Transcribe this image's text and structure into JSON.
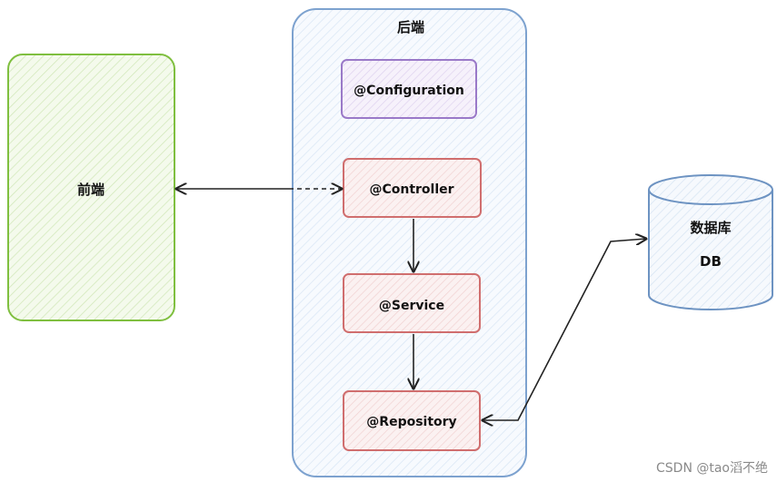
{
  "diagram": {
    "frontend": {
      "label": "前端",
      "color": "#7fbf3f",
      "fill": "#eaf6dc"
    },
    "backend": {
      "label": "后端",
      "color": "#7da2cf",
      "fill": "#eaf2fb",
      "components": [
        {
          "id": "configuration",
          "label": "@Configuration",
          "color": "#9a79c8",
          "fill": "#efe8f8"
        },
        {
          "id": "controller",
          "label": "@Controller",
          "color": "#d06e6e",
          "fill": "#f8e6e6"
        },
        {
          "id": "service",
          "label": "@Service",
          "color": "#d06e6e",
          "fill": "#f8e6e6"
        },
        {
          "id": "repository",
          "label": "@Repository",
          "color": "#d06e6e",
          "fill": "#f8e6e6"
        }
      ]
    },
    "database": {
      "label": "数据库",
      "sublabel": "DB",
      "color": "#6d93c2",
      "fill": "#e8f1fb"
    },
    "arrow_color": "#222222"
  },
  "watermark": "CSDN @tao滔不绝"
}
